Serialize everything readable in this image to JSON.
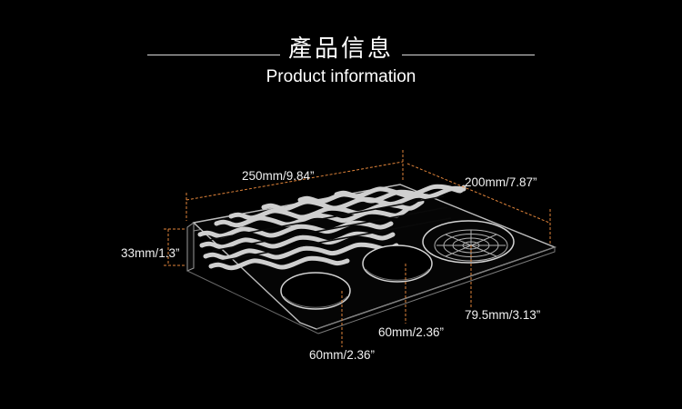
{
  "header": {
    "title_cn": "產品信息",
    "title_en": "Product information"
  },
  "dimensions": {
    "length": "250mm/9.84”",
    "width": "200mm/7.87”",
    "height": "33mm/1.3”",
    "large_hole": "79.5mm/3.13”",
    "hole_middle": "60mm/2.36”",
    "hole_front": "60mm/2.36”"
  },
  "colors": {
    "background": "#000000",
    "dimension_line": "#e0843a",
    "product_outline": "#cfcfcf"
  }
}
